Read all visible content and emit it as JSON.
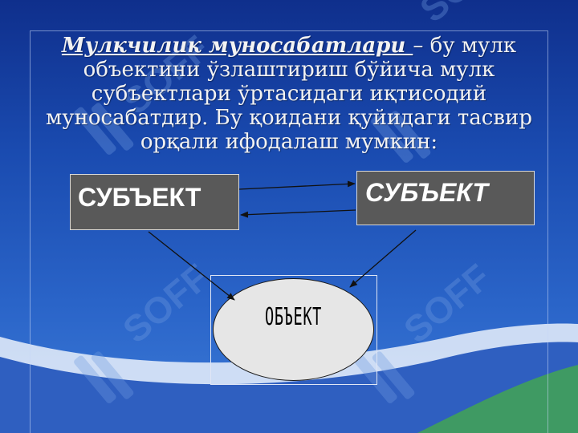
{
  "slide": {
    "intro": {
      "term": "Мулкчилик муносабатлари ",
      "text": "– бу мулк объектини ўзлаштириш бўйича мулк субъектлари ўртасидаги иқтисодий муносабатдир. Бу қоидани қуйидаги тасвир орқали ифодалаш мумкин:"
    },
    "diagram": {
      "subject_left": "СУБЪЕКТ",
      "subject_right": "СУБЪЕКТ",
      "object": "ОБЪЕКТ"
    },
    "watermark": "SOFF",
    "colors": {
      "background_top": "#0f2f8c",
      "background_bottom": "#3c7bd8",
      "wave_light": "#dfe9f8",
      "wave_green": "#3f9a63",
      "box_fill": "#595959",
      "ellipse_fill": "#e6e6e6"
    }
  }
}
